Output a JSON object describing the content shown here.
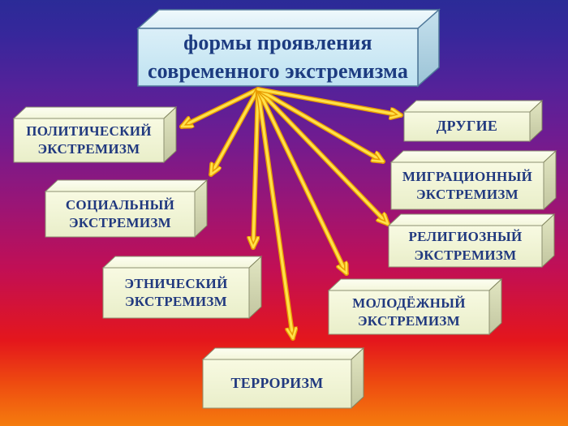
{
  "slide": {
    "title": {
      "lines": [
        "формы проявления",
        "современного экстремизма"
      ]
    },
    "nodes": [
      {
        "id": "political",
        "lines": [
          "ПОЛИТИЧЕСКИЙ",
          "ЭКСТРЕМИЗМ"
        ]
      },
      {
        "id": "social",
        "lines": [
          "СОЦИАЛЬНЫЙ",
          "ЭКСТРЕМИЗМ"
        ]
      },
      {
        "id": "ethnic",
        "lines": [
          "ЭТНИЧЕСКИЙ",
          "ЭКСТРЕМИЗМ"
        ]
      },
      {
        "id": "terrorism",
        "lines": [
          "ТЕРРОРИЗМ"
        ]
      },
      {
        "id": "youth",
        "lines": [
          "МОЛОДЁЖНЫЙ",
          "ЭКСТРЕМИЗМ"
        ]
      },
      {
        "id": "religious",
        "lines": [
          "РЕЛИГИОЗНЫЙ",
          "ЭКСТРЕМИЗМ"
        ]
      },
      {
        "id": "migration",
        "lines": [
          "МИГРАЦИОННЫЙ",
          "ЭКСТРЕМИЗМ"
        ]
      },
      {
        "id": "others",
        "lines": [
          "ДРУГИЕ"
        ]
      }
    ],
    "edges": [
      {
        "from": "title",
        "to": "political"
      },
      {
        "from": "title",
        "to": "social"
      },
      {
        "from": "title",
        "to": "ethnic"
      },
      {
        "from": "title",
        "to": "terrorism"
      },
      {
        "from": "title",
        "to": "youth"
      },
      {
        "from": "title",
        "to": "religious"
      },
      {
        "from": "title",
        "to": "migration"
      },
      {
        "from": "title",
        "to": "others"
      }
    ],
    "colors": {
      "background_top": "#2b2b97",
      "background_middle": "#c10f55",
      "background_bottom": "#f57c0e",
      "title_box_fill": "#cfe9f4",
      "title_text": "#1c3b80",
      "node_box_fill": "#f2f5d8",
      "node_text": "#21397f",
      "arrow_core": "#ffe14a",
      "arrow_outline": "#e89b00"
    }
  }
}
